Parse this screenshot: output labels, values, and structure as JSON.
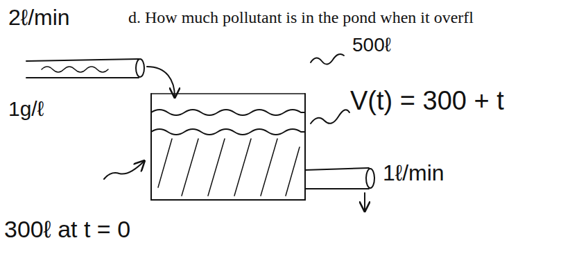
{
  "diagram": {
    "labels": [
      "2ℓ/min",
      "d. How much pollutant is in the pond when it overfl",
      "500ℓ",
      "1g/ℓ",
      "V(t) = 300 + t",
      "1ℓ/min",
      "300ℓ at t = 0"
    ]
  }
}
